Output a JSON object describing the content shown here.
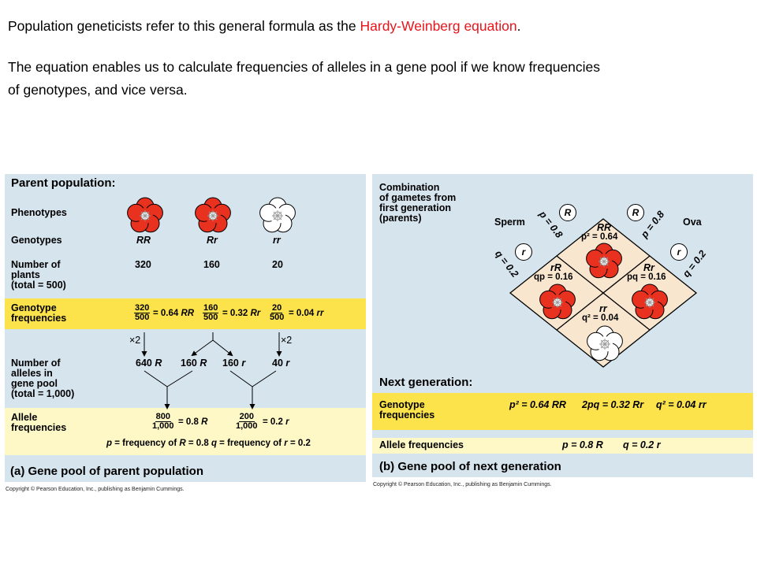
{
  "intro": {
    "line1_before": "Population geneticists refer to this general formula as the ",
    "line1_highlight": "Hardy-Weinberg equation",
    "line1_after": ".",
    "line2": "The equation enables us to calculate frequencies of alleles in a gene pool if we know frequencies",
    "line3": "of genotypes, and vice versa."
  },
  "left": {
    "title": "Parent population:",
    "phenotypes_label": "Phenotypes",
    "genotypes_label": "Genotypes",
    "genotypes": [
      "RR",
      "Rr",
      "rr"
    ],
    "plants_label": [
      "Number of",
      "plants",
      "(total = 500)"
    ],
    "plants": [
      "320",
      "160",
      "20"
    ],
    "genofreq_label": [
      "Genotype",
      "frequencies"
    ],
    "genofreq": [
      {
        "num": "320",
        "den": "500",
        "result": "= 0.64 ",
        "geno": "RR"
      },
      {
        "num": "160",
        "den": "500",
        "result": "= 0.32 ",
        "geno": "Rr"
      },
      {
        "num": "20",
        "den": "500",
        "result": "= 0.04 ",
        "geno": "rr"
      }
    ],
    "multiplier": "×2",
    "alleles_label": [
      "Number of",
      "alleles in",
      "gene pool",
      "(total = 1,000)"
    ],
    "alleles": [
      {
        "n": "640 ",
        "a": "R"
      },
      {
        "n": "160 ",
        "a": "R"
      },
      {
        "n": "160 ",
        "a": "r"
      },
      {
        "n": "40 ",
        "a": "r"
      }
    ],
    "allelefreq_label": [
      "Allele",
      "frequencies"
    ],
    "allelefreq": [
      {
        "num": "800",
        "den": "1,000",
        "result": "= 0.8 ",
        "allele": "R"
      },
      {
        "num": "200",
        "den": "1,000",
        "result": "= 0.2 ",
        "allele": "r"
      }
    ],
    "pq_line": {
      "p": "p",
      "p_text": " = frequency of ",
      "pR": "R",
      "p_val": " = 0.8  ",
      "q": "q",
      "q_text": " = frequency of ",
      "qr": "r",
      "q_val": " = 0.2"
    },
    "caption": "(a) Gene pool of parent population",
    "copyright": "Copyright © Pearson Education, Inc., publishing as Benjamin Cummings."
  },
  "right": {
    "combo_label": [
      "Combination",
      "of gametes from",
      "first generation",
      "(parents)"
    ],
    "sperm": "Sperm",
    "ova": "Ova",
    "R": "R",
    "r": "r",
    "p_sperm": "p = 0.8",
    "q_sperm": "q = 0.2",
    "p_ova": "p = 0.8",
    "q_ova": "q = 0.2",
    "cells": [
      {
        "geno": "RR",
        "freq": "p² = 0.64"
      },
      {
        "geno": "rR",
        "freq": "qp = 0.16"
      },
      {
        "geno": "Rr",
        "freq": "pq = 0.16"
      },
      {
        "geno": "rr",
        "freq": "q² = 0.04"
      }
    ],
    "next_gen": "Next generation:",
    "genofreq_label": [
      "Genotype",
      "frequencies"
    ],
    "genofreq": [
      {
        "expr": "p² = 0.64 ",
        "geno": "RR"
      },
      {
        "expr": "2pq = 0.32 ",
        "geno": "Rr"
      },
      {
        "expr": "q² = 0.04 ",
        "geno": "rr"
      }
    ],
    "allelefreq_label": "Allele frequencies",
    "allelefreq": [
      {
        "expr": "p = 0.8 ",
        "allele": "R"
      },
      {
        "expr": "q = 0.2 ",
        "allele": "r"
      }
    ],
    "caption": "(b) Gene pool of next generation",
    "copyright": "Copyright © Pearson Education, Inc., publishing as Benjamin Cummings."
  },
  "colors": {
    "red_flower": "#e8311e",
    "white_flower": "#ffffff",
    "yellow_band": "#fce34c",
    "light_yellow": "#fef7c6",
    "panel_blue": "#d6e4ee",
    "diamond_fill": "#f8e6cf",
    "highlight_red": "#e8141c"
  }
}
